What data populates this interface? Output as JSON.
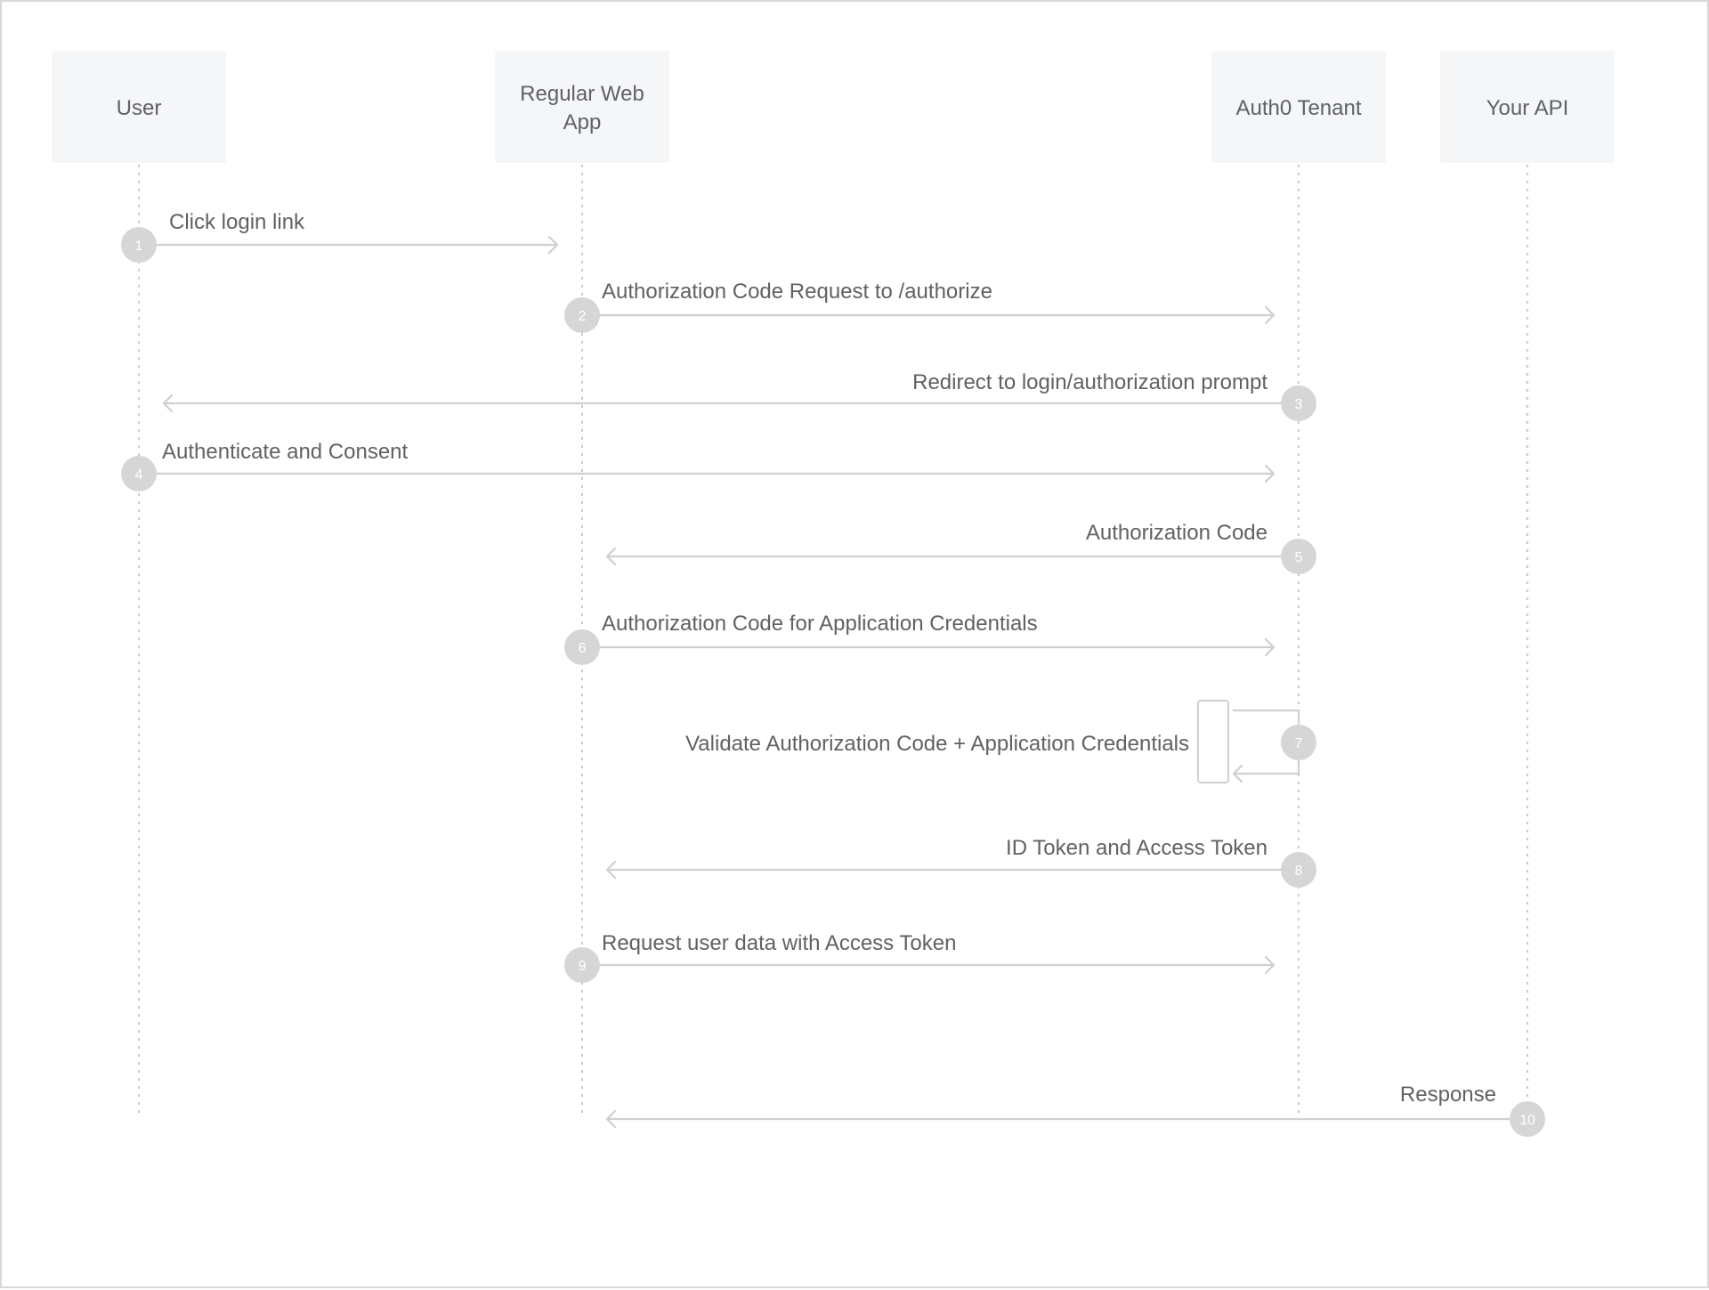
{
  "participants": [
    {
      "id": "user",
      "lines": [
        "User"
      ]
    },
    {
      "id": "app",
      "lines": [
        "Regular Web",
        "App"
      ]
    },
    {
      "id": "tenant",
      "lines": [
        "Auth0 Tenant"
      ]
    },
    {
      "id": "api",
      "lines": [
        "Your API"
      ]
    }
  ],
  "messages": [
    {
      "step": "1",
      "from": "user",
      "to": "app",
      "label": "Click login link"
    },
    {
      "step": "2",
      "from": "app",
      "to": "tenant",
      "label": "Authorization Code Request to /authorize"
    },
    {
      "step": "3",
      "from": "tenant",
      "to": "user",
      "label": "Redirect to login/authorization prompt"
    },
    {
      "step": "4",
      "from": "user",
      "to": "tenant",
      "label": "Authenticate and Consent"
    },
    {
      "step": "5",
      "from": "tenant",
      "to": "app",
      "label": "Authorization Code"
    },
    {
      "step": "6",
      "from": "app",
      "to": "tenant",
      "label": "Authorization Code for Application Credentials"
    },
    {
      "step": "7",
      "from": "tenant",
      "to": "tenant",
      "label": "Validate Authorization Code + Application Credentials"
    },
    {
      "step": "8",
      "from": "tenant",
      "to": "app",
      "label": "ID Token and Access Token"
    },
    {
      "step": "9",
      "from": "app",
      "to": "tenant",
      "label": "Request user data with Access Token"
    },
    {
      "step": "10",
      "from": "api",
      "to": "app",
      "label": "Response"
    }
  ],
  "colors": {
    "participant_fill": "#f5f6f7",
    "text": "#5f6165",
    "line": "#d0d0d0",
    "circle": "#d6d6d6"
  }
}
